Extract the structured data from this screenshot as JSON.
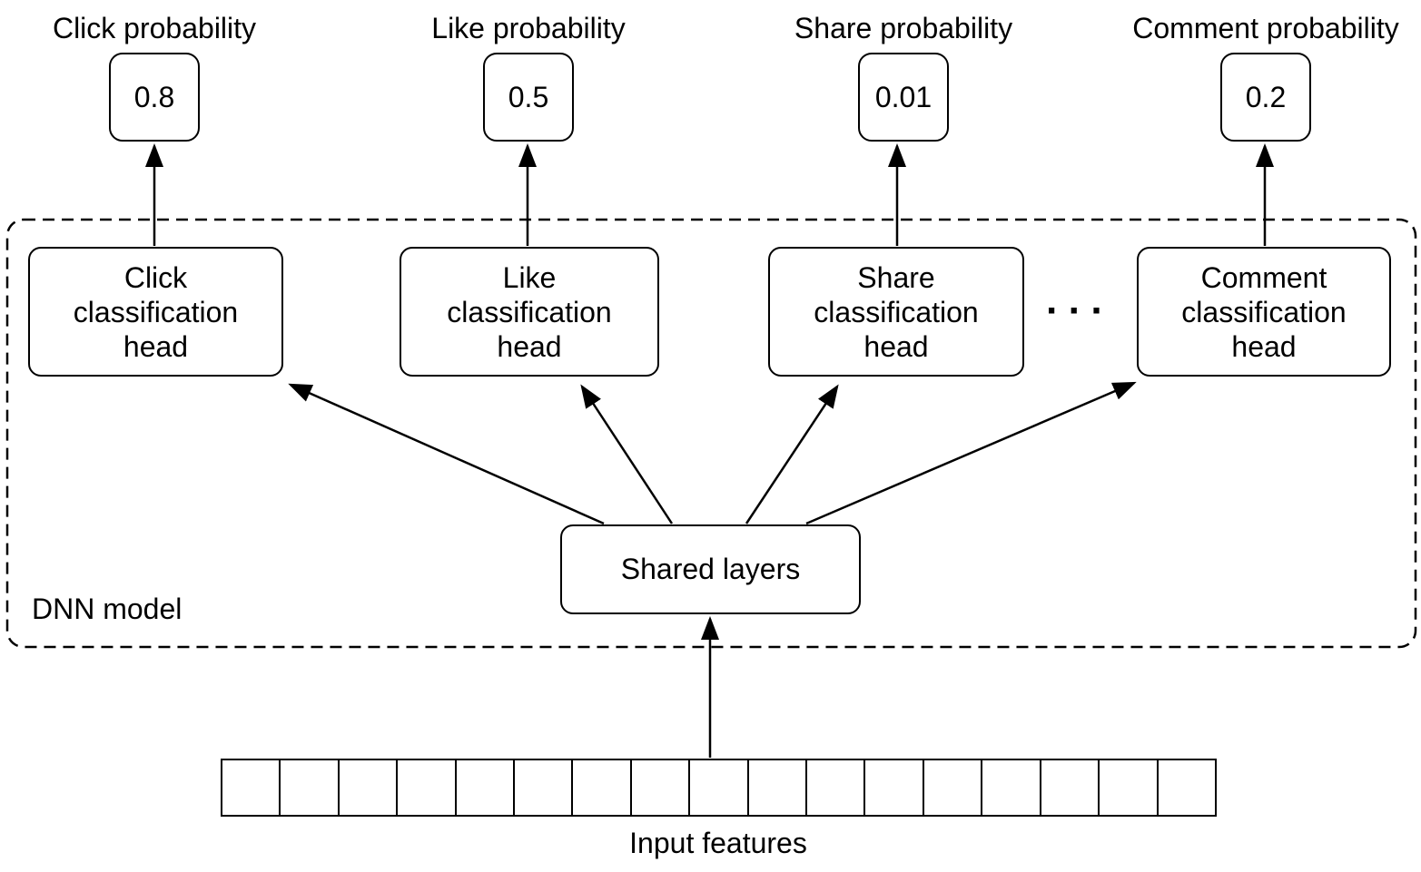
{
  "diagram": {
    "outputs": [
      {
        "label": "Click probability",
        "value": "0.8"
      },
      {
        "label": "Like probability",
        "value": "0.5"
      },
      {
        "label": "Share probability",
        "value": "0.01"
      },
      {
        "label": "Comment probability",
        "value": "0.2"
      }
    ],
    "heads": [
      {
        "label": "Click\nclassification\nhead"
      },
      {
        "label": "Like\nclassification\nhead"
      },
      {
        "label": "Share\nclassification\nhead"
      },
      {
        "label": "Comment\nclassification\nhead"
      }
    ],
    "ellipsis": "···",
    "dnn_boundary_label": "DNN model",
    "shared_layers_label": "Shared layers",
    "input_label": "Input features",
    "input_cells": 17,
    "colors": {
      "line": "#000000",
      "background": "#ffffff",
      "text": "#000000"
    }
  }
}
